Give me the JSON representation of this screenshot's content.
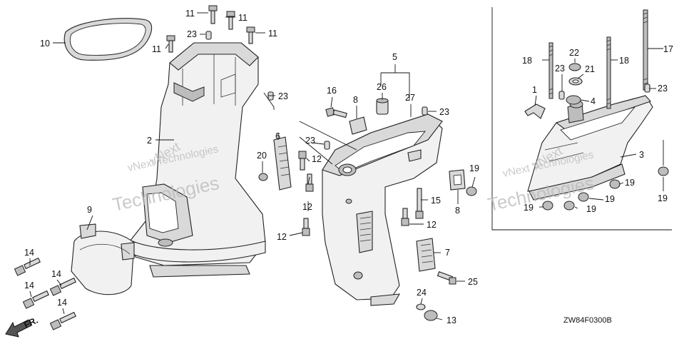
{
  "diagram_code": "ZW84F0300B",
  "direction_label": "FR.",
  "watermark_text": "vNext Technologies",
  "watermark_big": "Technologies",
  "watermark_small": "vNext",
  "callouts": {
    "c1": "1",
    "c2": "2",
    "c3": "3",
    "c4": "4",
    "c5": "5",
    "c6": "6",
    "c7": "7",
    "c8a": "8",
    "c8b": "8",
    "c9": "9",
    "c10": "10",
    "c11a": "11",
    "c11b": "11",
    "c11c": "11",
    "c11d": "11",
    "c12a": "12",
    "c12b": "12",
    "c12c": "12",
    "c12d": "12",
    "c13": "13",
    "c14a": "14",
    "c14b": "14",
    "c14c": "14",
    "c14d": "14",
    "c15": "15",
    "c16": "16",
    "c17": "17",
    "c18a": "18",
    "c18b": "18",
    "c19a": "19",
    "c19b": "19",
    "c19c": "19",
    "c19d": "19",
    "c19e": "19",
    "c19f": "19",
    "c20": "20",
    "c21": "21",
    "c22": "22",
    "c23a": "23",
    "c23b": "23",
    "c23c": "23",
    "c23d": "23",
    "c23e": "23",
    "c24": "24",
    "c25": "25",
    "c26": "26",
    "c27": "27"
  }
}
